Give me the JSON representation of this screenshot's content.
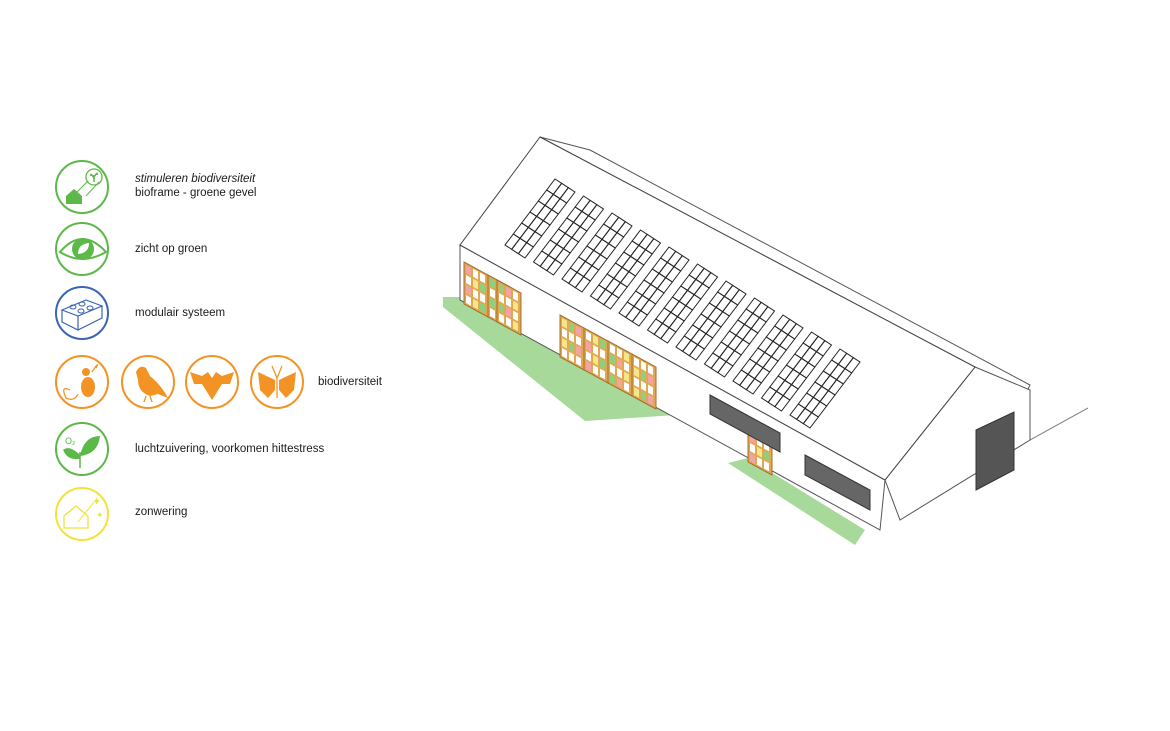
{
  "legend": [
    {
      "title": "stimuleren biodiversiteit",
      "label": "bioframe - groene gevel",
      "icon": "house-plant-icon",
      "color": "#5cb848"
    },
    {
      "label": "zicht op groen",
      "icon": "eye-leaf-icon",
      "color": "#5cb848"
    },
    {
      "label": "modulair systeem",
      "icon": "lego-brick-icon",
      "color": "#3a64b4"
    },
    {
      "label": "biodiversiteit",
      "icons": [
        "bee-icon",
        "bird-icon",
        "bat-icon",
        "butterfly-icon"
      ],
      "color": "#f39325"
    },
    {
      "label": "luchtzuivering, voorkomen hittestress",
      "icon": "o2-leaf-icon",
      "color": "#5cb848",
      "icon_text": "O₂"
    },
    {
      "label": "zonwering",
      "icon": "house-sun-icon",
      "color": "#f2e23a"
    }
  ],
  "building": {
    "solar_arrays": 11,
    "array_cols": 3,
    "array_rows": 6,
    "colors": {
      "grass": "#a6d99a",
      "frame": "#e3a74f",
      "pink": "#f2a4a4",
      "green": "#8fd07f",
      "yellow": "#f5e68a",
      "dark": "#555555"
    }
  }
}
